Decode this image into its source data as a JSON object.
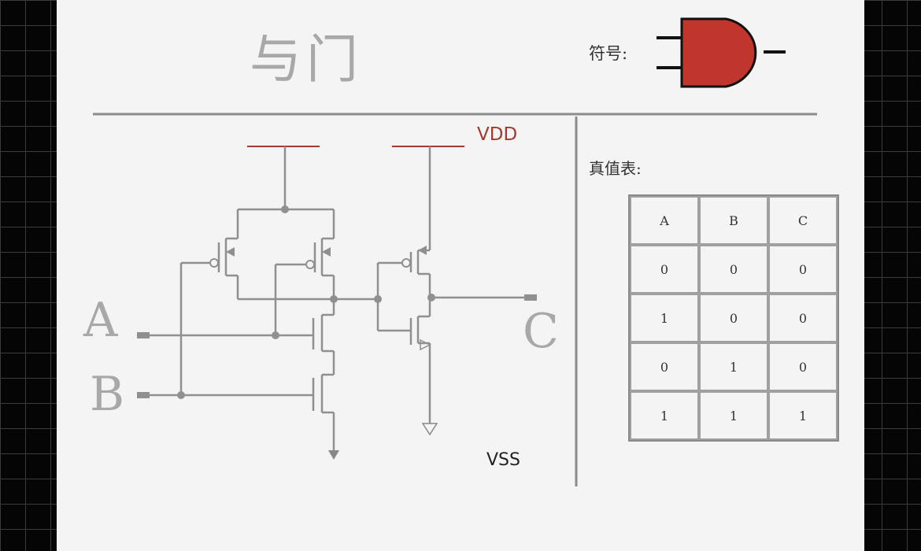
{
  "title": "与门",
  "symbol_label": "符号:",
  "truth_table_label": "真值表:",
  "power": {
    "vdd": "VDD",
    "vss": "VSS"
  },
  "pins": {
    "a": "A",
    "b": "B",
    "c": "C"
  },
  "truth_table": {
    "headers": [
      "A",
      "B",
      "C"
    ],
    "rows": [
      [
        "0",
        "0",
        "0"
      ],
      [
        "1",
        "0",
        "0"
      ],
      [
        "0",
        "1",
        "0"
      ],
      [
        "1",
        "1",
        "1"
      ]
    ]
  },
  "colors": {
    "gate_fill": "#c0362c",
    "vdd_rail": "#a33a30",
    "wire": "#909090"
  },
  "icons": {
    "and_gate": "and-gate-symbol-icon"
  }
}
